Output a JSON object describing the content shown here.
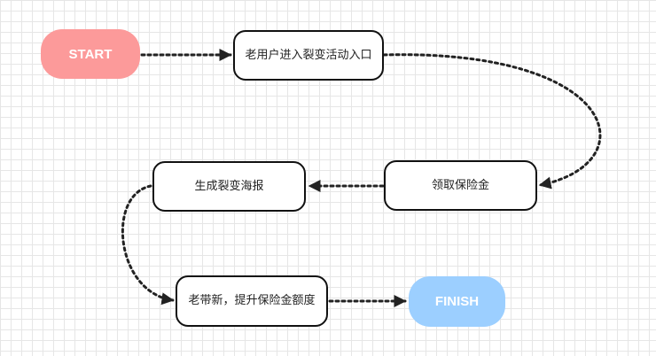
{
  "diagram": {
    "type": "flowchart",
    "nodes": [
      {
        "id": "start",
        "label": "START",
        "kind": "terminal",
        "color": "#fc9a9a"
      },
      {
        "id": "enter",
        "label": "老用户进入裂变活动入口",
        "kind": "process"
      },
      {
        "id": "claim",
        "label": "领取保险金",
        "kind": "process"
      },
      {
        "id": "poster",
        "label": "生成裂变海报",
        "kind": "process"
      },
      {
        "id": "bring",
        "label": "老带新，提升保险金额度",
        "kind": "process"
      },
      {
        "id": "finish",
        "label": "FINISH",
        "kind": "terminal",
        "color": "#9ccfff"
      }
    ],
    "edges": [
      {
        "from": "start",
        "to": "enter",
        "style": "dotted"
      },
      {
        "from": "enter",
        "to": "claim",
        "style": "dotted"
      },
      {
        "from": "claim",
        "to": "poster",
        "style": "dotted"
      },
      {
        "from": "poster",
        "to": "bring",
        "style": "dotted"
      },
      {
        "from": "bring",
        "to": "finish",
        "style": "dotted"
      }
    ]
  }
}
